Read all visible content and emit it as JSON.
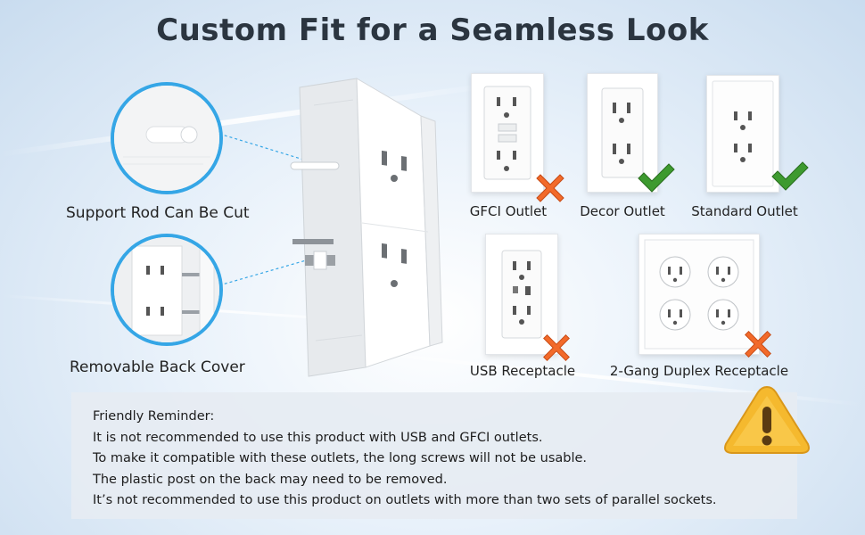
{
  "title": "Custom Fit for a Seamless Look",
  "left_features": [
    {
      "label": "Support Rod Can Be Cut"
    },
    {
      "label": "Removable Back Cover"
    }
  ],
  "outlets": [
    {
      "label": "GFCI Outlet",
      "compatible": false
    },
    {
      "label": "Decor Outlet",
      "compatible": true
    },
    {
      "label": "Standard Outlet",
      "compatible": true
    },
    {
      "label": "USB Receptacle",
      "compatible": false
    },
    {
      "label": "2-Gang Duplex Receptacle",
      "compatible": false
    }
  ],
  "reminder": {
    "heading": "Friendly Reminder:",
    "lines": [
      "It is not recommended to use this product with USB and GFCI outlets.",
      "To make it compatible with these outlets, the long screws will not be usable.",
      "The plastic post on the back may need to be removed.",
      "It’s not recommended to use this product on outlets with more than two sets of parallel sockets."
    ]
  },
  "colors": {
    "accent": "#35a6e6",
    "check": "#3d9a2f",
    "cross": "#f26a2a",
    "warning": "#f5b92e",
    "title": "#2b3540"
  },
  "icons": {
    "check": "check-icon",
    "cross": "cross-icon",
    "warning": "warning-icon"
  }
}
